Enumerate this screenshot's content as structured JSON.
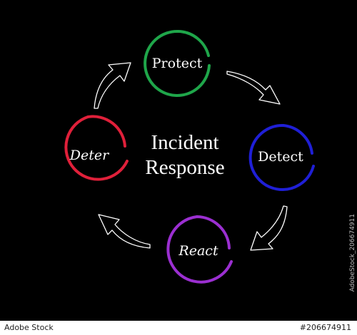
{
  "title": {
    "line1": "Incident",
    "line2": "Response"
  },
  "stages": [
    {
      "id": "protect",
      "label": "Protect",
      "color": "#1fa64a",
      "italic": false
    },
    {
      "id": "detect",
      "label": "Detect",
      "color": "#1f1fd6",
      "italic": false
    },
    {
      "id": "react",
      "label": "React",
      "color": "#9b2fd1",
      "italic": true
    },
    {
      "id": "deter",
      "label": "Deter",
      "color": "#e0203a",
      "italic": true
    }
  ],
  "arrow_color": "#ffffff",
  "footer": {
    "left": "Adobe Stock",
    "right": "#206674911"
  },
  "side_id": "AdobeStock_206674911"
}
